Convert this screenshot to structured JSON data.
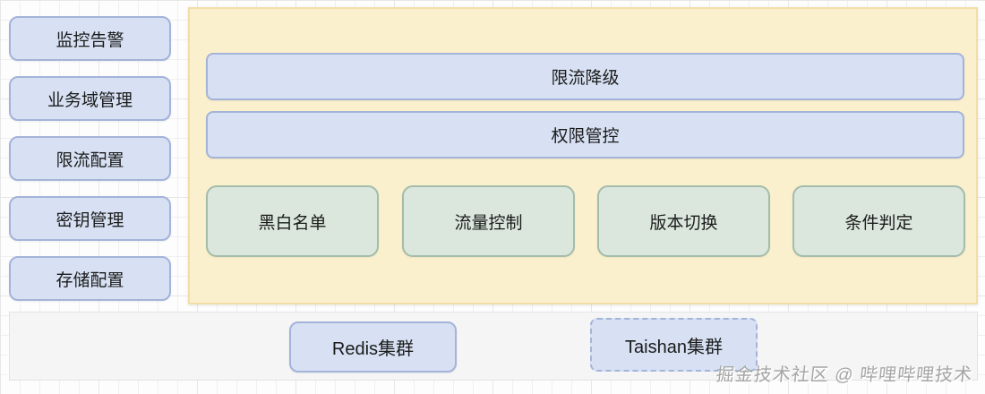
{
  "diagram": {
    "sidebar": {
      "items": [
        {
          "label": "监控告警"
        },
        {
          "label": "业务域管理"
        },
        {
          "label": "限流配置"
        },
        {
          "label": "密钥管理"
        },
        {
          "label": "存储配置"
        }
      ]
    },
    "platform": {
      "bars": [
        {
          "label": "限流降级"
        },
        {
          "label": "权限管控"
        }
      ],
      "modules": [
        {
          "label": "黑白名单"
        },
        {
          "label": "流量控制"
        },
        {
          "label": "版本切换"
        },
        {
          "label": "条件判定"
        }
      ]
    },
    "storage": {
      "clusters": [
        {
          "label": "Redis集群",
          "border": "solid"
        },
        {
          "label": "Taishan集群",
          "border": "dashed"
        }
      ]
    },
    "watermark": "掘金技术社区 @ 哔哩哔哩技术",
    "colors": {
      "node_blue_fill": "#d7e1f3",
      "node_blue_border": "#a4b3d9",
      "panel_yellow_fill": "#fbf0cd",
      "panel_yellow_border": "#f2dfa7",
      "module_green_fill": "#dbe7dd",
      "module_green_border": "#a3bcab",
      "storage_panel_fill": "#f5f5f6",
      "grid_line": "#e7e7e7"
    }
  }
}
